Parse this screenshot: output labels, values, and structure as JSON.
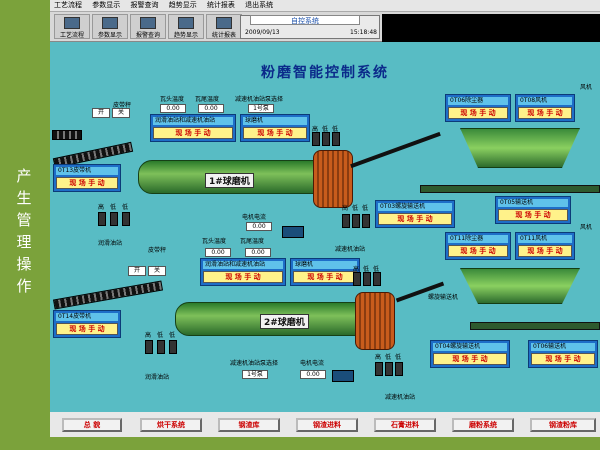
{
  "sidebar": {
    "title": "产生管理操作"
  },
  "menu": [
    "工艺流程",
    "参数显示",
    "报警查询",
    "趋势显示",
    "统计报表",
    "退出系统"
  ],
  "toolbar": [
    {
      "label": "工艺流程",
      "icon": "process-icon"
    },
    {
      "label": "参数显示",
      "icon": "params-icon"
    },
    {
      "label": "报警查询",
      "icon": "alarm-icon"
    },
    {
      "label": "趋势显示",
      "icon": "trend-icon"
    },
    {
      "label": "统计报表",
      "icon": "report-icon"
    }
  ],
  "status": {
    "system": "自控系统",
    "date": "2009/09/13",
    "time": "15:18:48"
  },
  "title": "粉磨智能控制系统",
  "mill1": {
    "label": "1#球磨机",
    "belt_scale": "皮带秤",
    "btn_open": "开",
    "btn_close": "关",
    "head_temp": "瓦头温度",
    "tail_temp": "瓦尾温度",
    "reducer_pump": "减速机油站泵选择",
    "head_val": "0.00",
    "tail_val": "0.00",
    "pump_val": "1号泵",
    "lube_station": "润滑油站和减速机油站",
    "grinder": "球磨机",
    "tags": [
      "高",
      "低",
      "低"
    ],
    "current": "电机电流",
    "current_val": "0.00",
    "reducer_station": "减速机油站",
    "lube_oil": "润滑油站",
    "onsite": "现 场 手 动",
    "conveyor": "0T13皮带机",
    "screw": "0T03螺旋输送机"
  },
  "mill2": {
    "label": "2#球磨机",
    "belt_scale": "皮带秤",
    "btn_open": "开",
    "btn_close": "关",
    "head_temp": "瓦头温度",
    "tail_temp": "瓦尾温度",
    "head_val": "0.00",
    "tail_val": "0.00",
    "lube_station": "润滑油站和减速机油站",
    "grinder": "球磨机",
    "tags": [
      "高",
      "低",
      "低"
    ],
    "reducer_pump": "减速机油站泵选择",
    "pump_val": "1号泵",
    "current": "电机电流",
    "current_val": "0.00",
    "reducer_station": "减速机油站",
    "lube_oil": "润滑油站",
    "onsite": "现 场 手 动",
    "conveyor": "0T14皮带机",
    "screw": "0T04螺旋输送机"
  },
  "right": {
    "dust1": "0T06除尘器",
    "fan1": "0T08风机",
    "fan1b": "风机",
    "dust2": "0T11除尘器",
    "fan2": "0T11风机",
    "fan2b": "风机",
    "screw5": "0T05输送机",
    "screw6": "0T06输送机",
    "screw_lower": "螺旋输送机",
    "onsite": "现 场 手 动"
  },
  "bottom": [
    "总 貌",
    "烘干系统",
    "钢渣库",
    "钢渣进料",
    "石膏进料",
    "磨粉系统",
    "钢渣粉库"
  ]
}
